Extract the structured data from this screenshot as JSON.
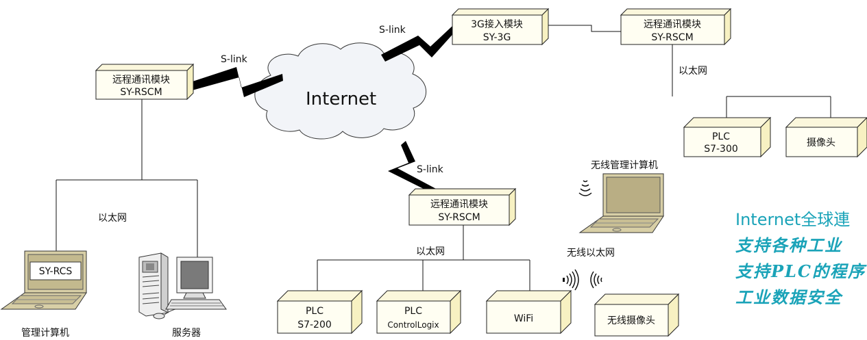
{
  "cloud_label": "Internet",
  "slink_labels": [
    "S-link",
    "S-link",
    "S-link"
  ],
  "modules": {
    "left": {
      "line1": "远程通讯模块",
      "line2": "SY-RSCM"
    },
    "g3": {
      "line1": "3G接入模块",
      "line2": "SY-3G"
    },
    "right": {
      "line1": "远程通讯模块",
      "line2": "SY-RSCM"
    },
    "center": {
      "line1": "远程通讯模块",
      "line2": "SY-RSCM"
    }
  },
  "ethernet_label": "以太网",
  "wireless_ethernet_label": "无线以太网",
  "devices": {
    "plc_s7_300": {
      "line1": "PLC",
      "line2": "S7-300"
    },
    "camera": "摄像头",
    "plc_s7_200": {
      "line1": "PLC",
      "line2": "S7-200"
    },
    "plc_controllogix": {
      "line1": "PLC",
      "line2": "ControlLogix"
    },
    "wifi": "WiFi",
    "wireless_camera": "无线摄像头"
  },
  "laptop_screen_label": "SY-RCS",
  "management_computer_label": "管理计算机",
  "server_label": "服务器",
  "wireless_management_computer_label": "无线管理计算机",
  "promo_lines": [
    "Internet全球連",
    "支持各种工业",
    "支持PLC的程序",
    "工业数据安全"
  ],
  "colors": {
    "promo": "#1aa3b8",
    "box_face": "#fffef2",
    "box_side": "#f7f1c2"
  }
}
